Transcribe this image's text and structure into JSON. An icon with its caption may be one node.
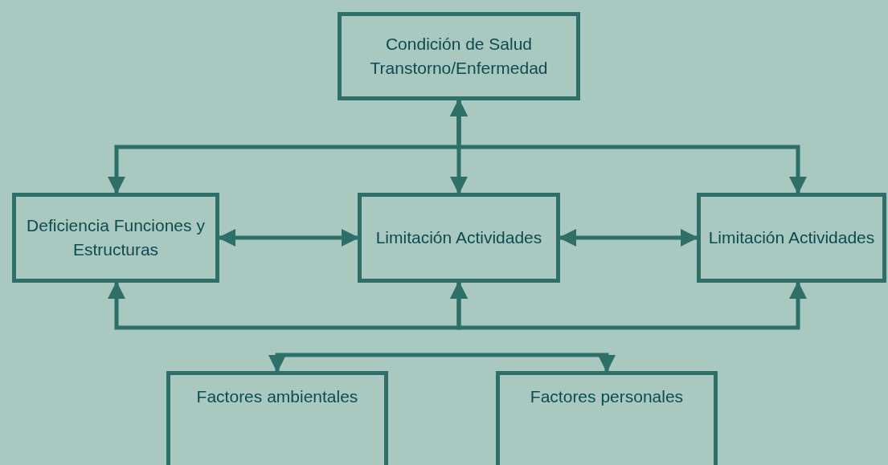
{
  "diagram": {
    "nodes": [
      {
        "text": [
          "Condición de Salud Transtorno/Enfermedad"
        ]
      },
      {
        "text": [
          "Deficiencia Funciones y Estructuras"
        ]
      },
      {
        "text": [
          "Limitación Actividades"
        ]
      },
      {
        "text": [
          "Limitación Actividades"
        ]
      },
      {
        "text": [
          "Factores ambientales"
        ]
      },
      {
        "text": [
          "Factores personales"
        ]
      }
    ],
    "edges": [
      {
        "from": 0,
        "to": 1,
        "arrow": "both"
      },
      {
        "from": 0,
        "to": 2,
        "arrow": "both"
      },
      {
        "from": 0,
        "to": 3,
        "arrow": "both"
      },
      {
        "from": 1,
        "to": 2,
        "arrow": "both"
      },
      {
        "from": 2,
        "to": 3,
        "arrow": "both"
      },
      {
        "from": 2,
        "to": 1,
        "arrow": "both"
      },
      {
        "from": 2,
        "to": 3,
        "arrow": "both"
      },
      {
        "from": null,
        "to": 4,
        "arrow": "to"
      },
      {
        "from": null,
        "to": 5,
        "arrow": "to"
      }
    ]
  }
}
